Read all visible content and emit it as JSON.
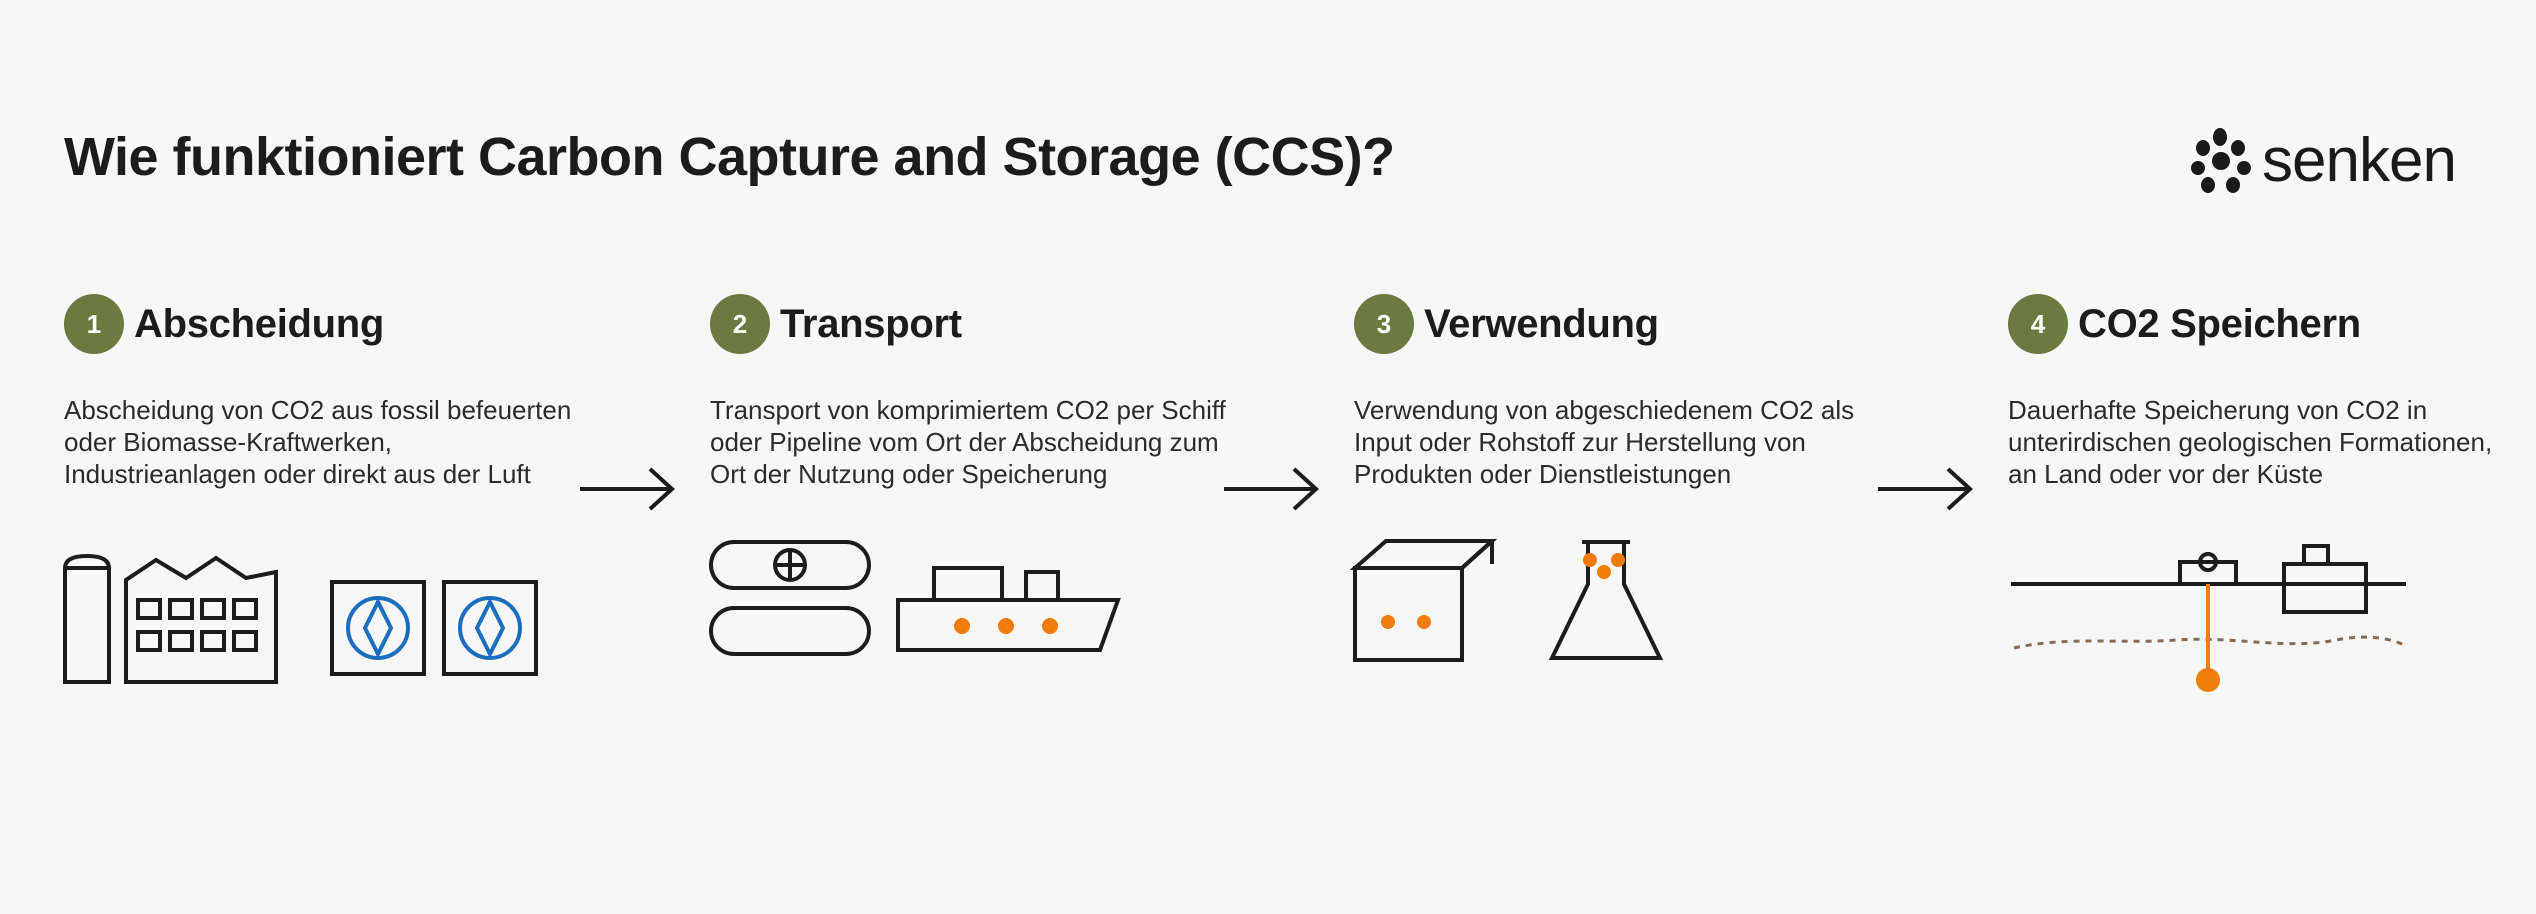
{
  "title": "Wie funktioniert Carbon Capture and Storage (CCS)?",
  "logo": {
    "text": "senken"
  },
  "colors": {
    "accent_green": "#6b7a3e",
    "accent_orange": "#f07d0a",
    "accent_blue": "#1b6fc0",
    "ink": "#1c1c1c"
  },
  "steps": [
    {
      "number": "1",
      "title": "Abscheidung",
      "text": "Abscheidung von CO2 aus fossil befeuerten oder Biomasse-Kraftwerken, Industrieanlagen oder direkt aus der Luft",
      "icon": "factory-with-air-capture-icon"
    },
    {
      "number": "2",
      "title": "Transport",
      "text": "Transport von komprimiertem CO2 per Schiff oder Pipeline vom Ort der Abscheidung zum Ort der Nutzung oder Speicherung",
      "icon": "pipeline-and-ship-icon"
    },
    {
      "number": "3",
      "title": "Verwendung",
      "text": "Verwendung von abgeschiedenem CO2 als Input oder Rohstoff zur Herstellung von Produkten oder Dienstleistungen",
      "icon": "box-and-flask-icon"
    },
    {
      "number": "4",
      "title": "CO2 Speichern",
      "text": "Dauerhafte Speicherung von CO2 in unterirdischen geologischen Formationen, an Land oder vor der Küste",
      "icon": "underground-storage-icon"
    }
  ]
}
